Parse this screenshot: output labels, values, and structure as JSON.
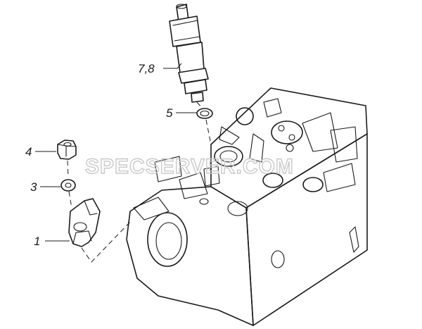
{
  "callouts": {
    "injector": "7,8",
    "seal_ring": "5",
    "nut": "4",
    "washer": "3",
    "clamp": "1"
  },
  "watermark": "SPECSERVER.COM",
  "colors": {
    "line": "#1a1a1a",
    "background": "#ffffff",
    "watermark": "#c9c9c9"
  }
}
